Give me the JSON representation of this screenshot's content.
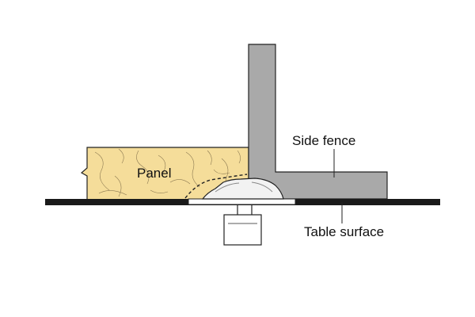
{
  "labels": {
    "panel": "Panel",
    "side_fence": "Side fence",
    "table_surface": "Table surface"
  },
  "colors": {
    "panel_fill": "#f5dd9a",
    "panel_grain": "#8c7a52",
    "fence_fill": "#a9a9a9",
    "table_fill": "#1a1a1a",
    "bit_fill": "#f2f2f2",
    "outline": "#222222"
  },
  "components": [
    "panel",
    "side-fence",
    "table-surface",
    "router-bit",
    "router-collet"
  ]
}
